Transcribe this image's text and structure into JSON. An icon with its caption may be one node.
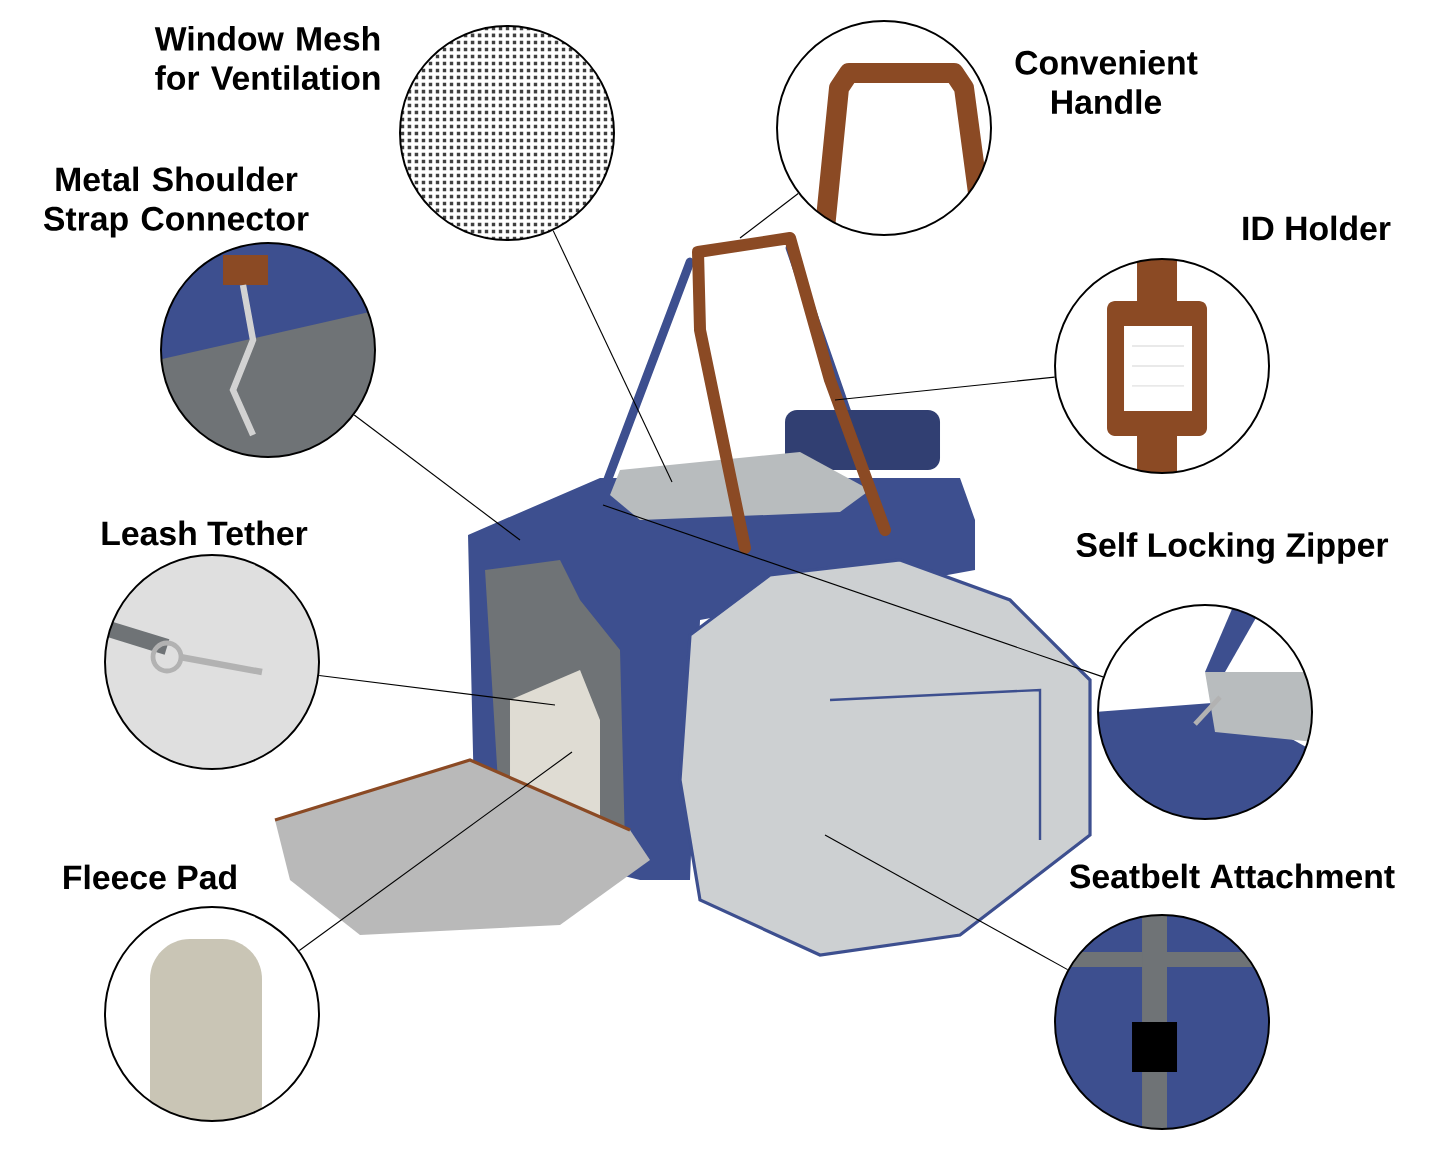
{
  "diagram": {
    "nodes": [
      {
        "text": [
          "Window Mesh for Ventilation"
        ]
      },
      {
        "text": [
          "Convenient Handle"
        ]
      },
      {
        "text": [
          "Metal Shoulder Strap Connector"
        ]
      },
      {
        "text": [
          "ID Holder"
        ]
      },
      {
        "text": [
          "Leash Tether"
        ]
      },
      {
        "text": [
          "Self Locking Zipper"
        ]
      },
      {
        "text": [
          "Fleece Pad"
        ]
      },
      {
        "text": [
          "Seatbelt Attachment"
        ]
      }
    ],
    "edges": [
      {
        "from": 0,
        "to": null,
        "arrow": "none"
      },
      {
        "from": 1,
        "to": null,
        "arrow": "none"
      },
      {
        "from": 2,
        "to": null,
        "arrow": "none"
      },
      {
        "from": 3,
        "to": null,
        "arrow": "none"
      },
      {
        "from": 4,
        "to": null,
        "arrow": "none"
      },
      {
        "from": 5,
        "to": null,
        "arrow": "none"
      },
      {
        "from": 6,
        "to": null,
        "arrow": "none"
      },
      {
        "from": 7,
        "to": null,
        "arrow": "none"
      }
    ]
  }
}
